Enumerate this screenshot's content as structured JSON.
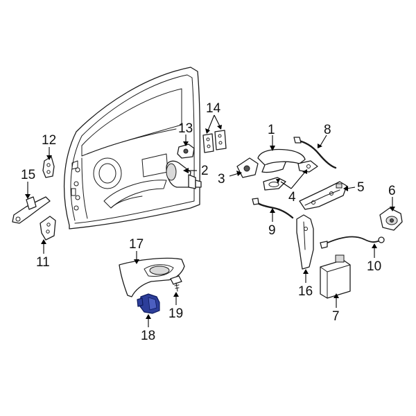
{
  "diagram": {
    "highlight_color": "#2d3e9a",
    "callouts": {
      "c1": "1",
      "c2": "2",
      "c3": "3",
      "c4": "4",
      "c5": "5",
      "c6": "6",
      "c7": "7",
      "c8": "8",
      "c9": "9",
      "c10": "10",
      "c11": "11",
      "c12": "12",
      "c13": "13",
      "c14": "14",
      "c15": "15",
      "c16": "16",
      "c17": "17",
      "c18": "18",
      "c19": "19"
    },
    "highlighted_part": "18"
  }
}
